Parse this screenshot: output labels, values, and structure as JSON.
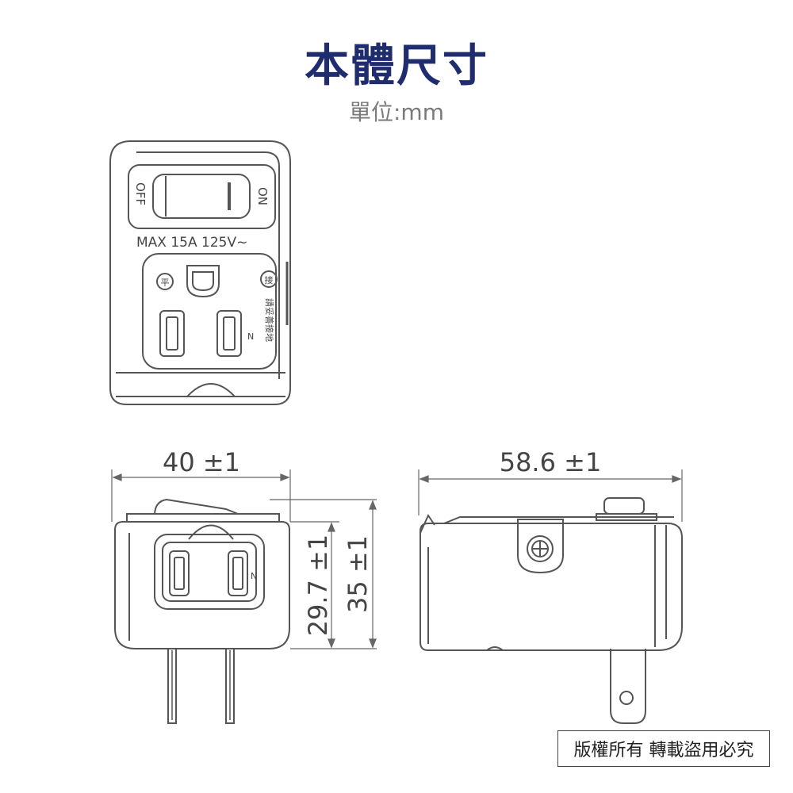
{
  "title": "本體尺寸",
  "unit_label": "單位:mm",
  "front_view": {
    "switch_off_label": "OFF",
    "switch_on_label": "ON",
    "rating_label": "MAX 15A 125V~",
    "neutral_mark": "N",
    "left_mark": "平",
    "right_mark": "接",
    "side_text": "請妥善接地"
  },
  "dimensions": {
    "width": "40 ±1",
    "length": "58.6 ±1",
    "depth_inner": "29.7 ±1",
    "depth_outer": "35 ±1"
  },
  "bottom_view": {
    "neutral_mark": "N"
  },
  "copyright": "版權所有 轉載盜用必究",
  "colors": {
    "title": "#1f2d6e",
    "line": "#555555"
  }
}
